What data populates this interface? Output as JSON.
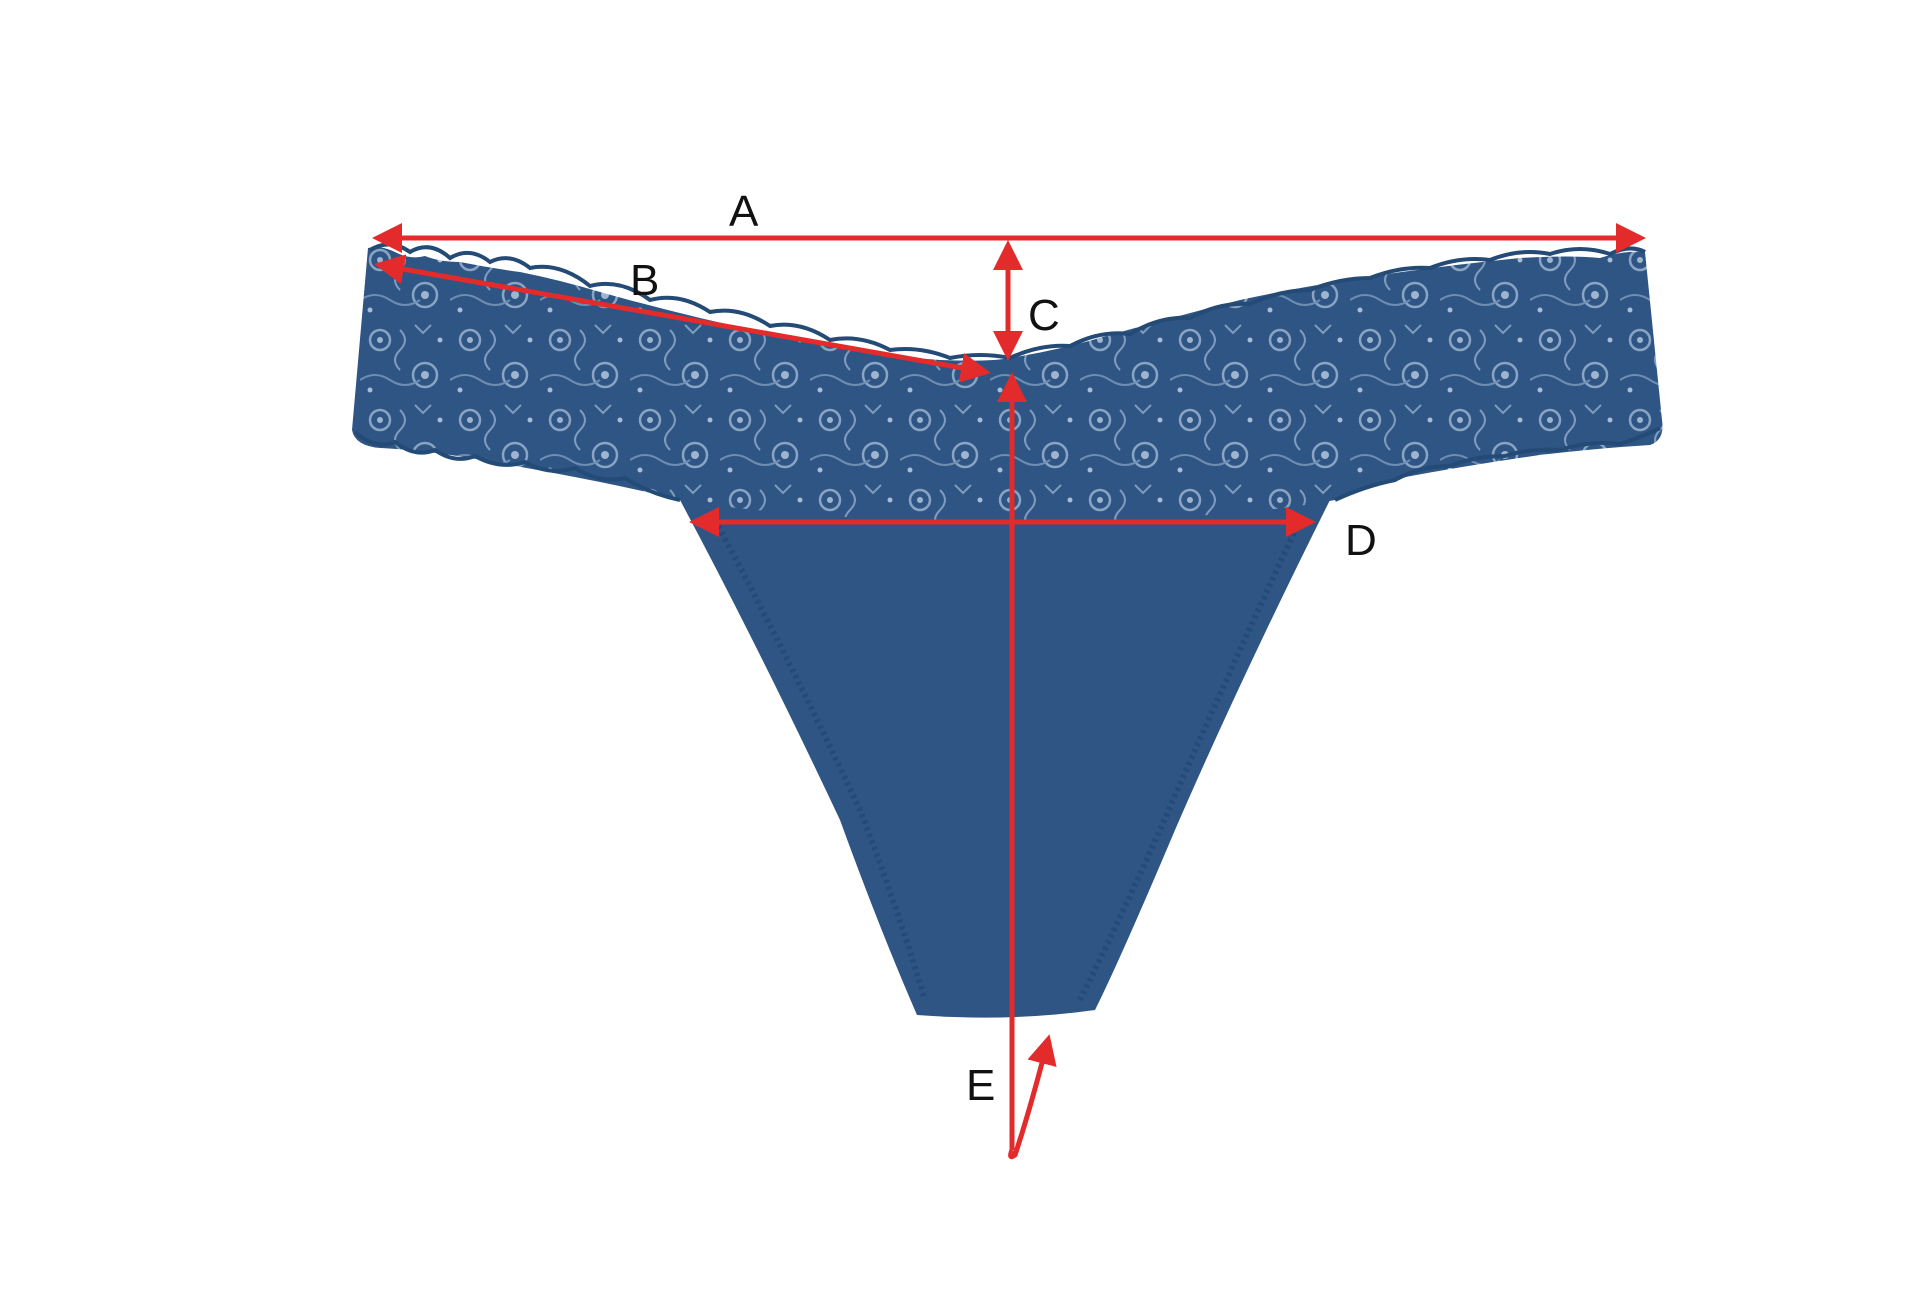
{
  "colors": {
    "background": "#ffffff",
    "fabric": "#2e5584",
    "fabric_dark": "#244a76",
    "lace_light": "#7f9bbd",
    "measure": "#e32b2b",
    "label": "#111111"
  },
  "measurements": [
    {
      "label": "A"
    },
    {
      "label": "B"
    },
    {
      "label": "C"
    },
    {
      "label": "D"
    },
    {
      "label": "E"
    }
  ]
}
